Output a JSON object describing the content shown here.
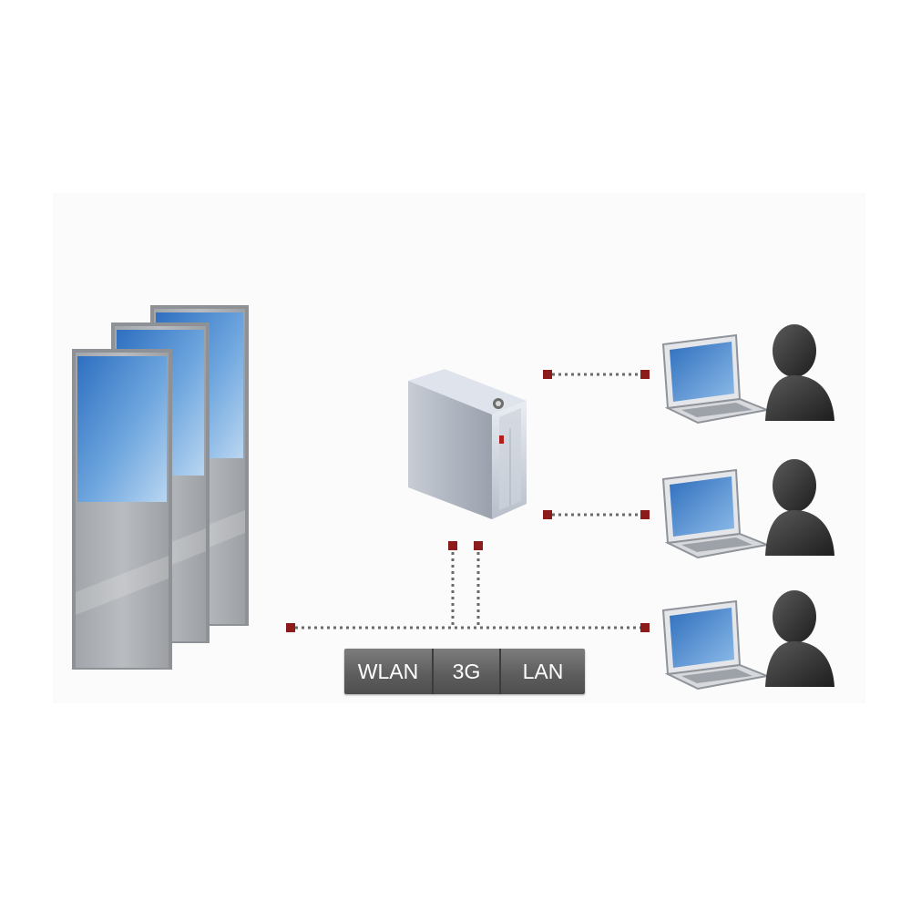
{
  "connections": {
    "tabs": [
      {
        "label": "WLAN"
      },
      {
        "label": "3G"
      },
      {
        "label": "LAN"
      }
    ]
  },
  "colors": {
    "background": "#ffffff",
    "panel": "#fbfbfb",
    "link_dot": "#8c1c1c",
    "link_line": "#6a6a6a",
    "screen_blue": "#3f7fc6",
    "kiosk_gray": "#a9acb0",
    "person": "#2b2b2b"
  },
  "icons": [
    "kiosk-icon",
    "server-icon",
    "laptop-icon",
    "user-icon"
  ]
}
